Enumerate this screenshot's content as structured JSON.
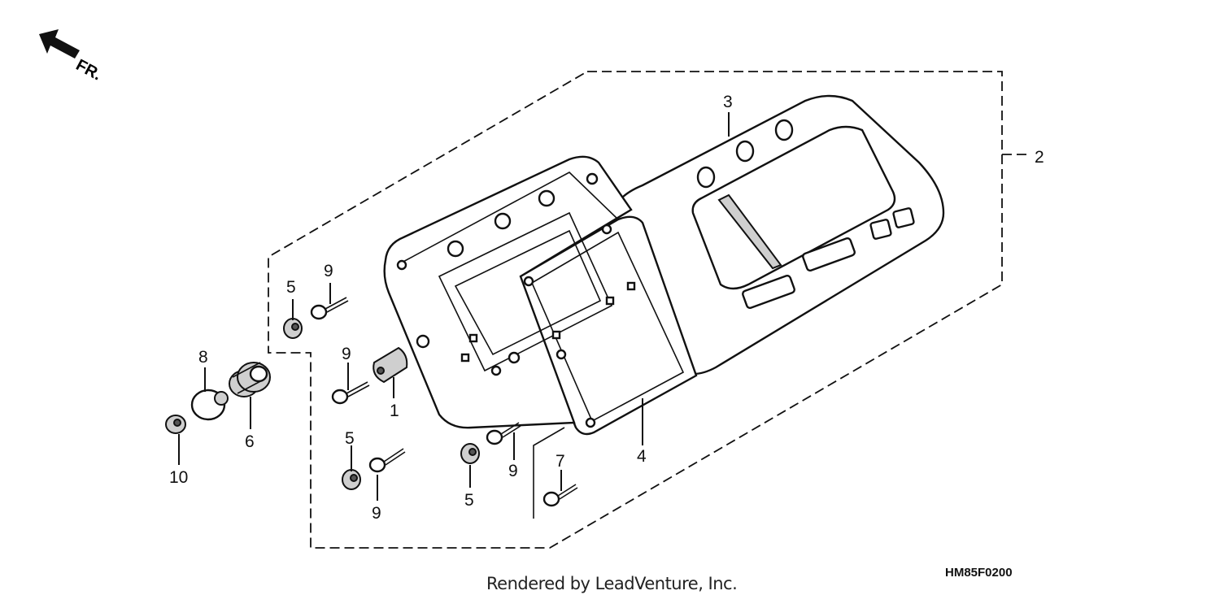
{
  "orientation": {
    "label": "FR."
  },
  "callouts": {
    "c1": "1",
    "c2": "2",
    "c3": "3",
    "c4": "4",
    "c5a": "5",
    "c5b": "5",
    "c5c": "5",
    "c6": "6",
    "c7": "7",
    "c8": "8",
    "c9a": "9",
    "c9b": "9",
    "c9c": "9",
    "c9d": "9",
    "c10": "10"
  },
  "diagram_code": "HM85F0200",
  "footer": "Rendered by LeadVenture, Inc."
}
